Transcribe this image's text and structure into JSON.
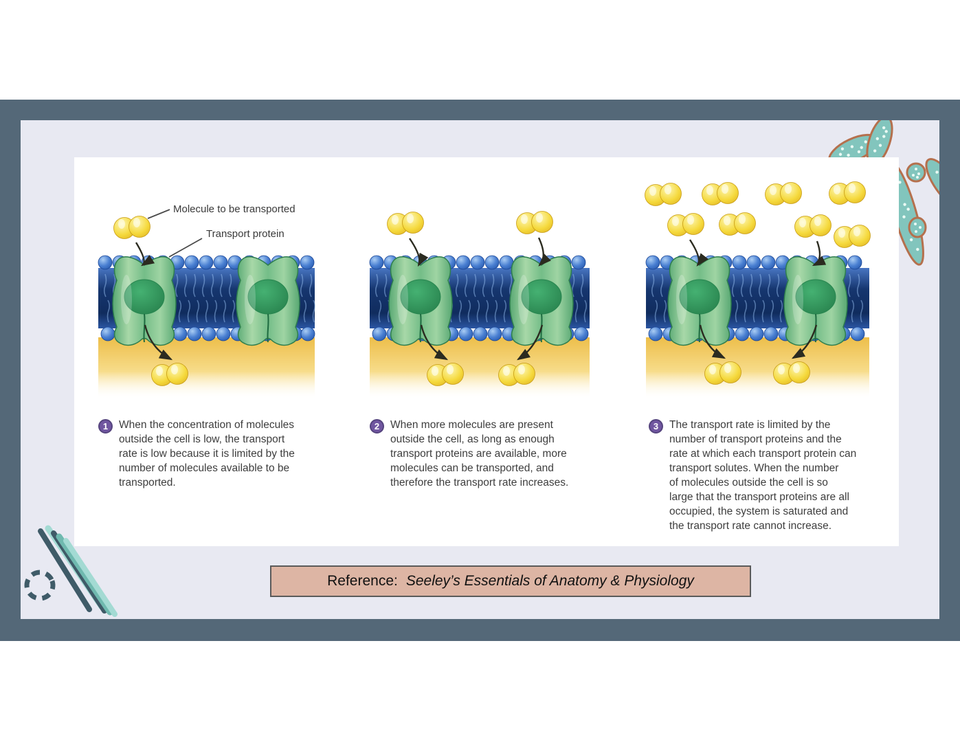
{
  "captions": [
    {
      "number": "1",
      "text": "When the concentration of molecules\noutside the cell is low, the transport\nrate is low because it is limited by the\nnumber of molecules available to be\ntransported."
    },
    {
      "number": "2",
      "text": "When more molecules are present\noutside the cell, as long as enough\ntransport proteins are available, more\nmolecules can be transported, and\ntherefore the transport rate increases."
    },
    {
      "number": "3",
      "text": "The transport rate is limited by the\nnumber of transport proteins and the\nrate at which each transport protein can\ntransport solutes. When the number\nof molecules outside the cell is so\nlarge that the transport proteins are all\noccupied, the system is saturated and\nthe transport rate cannot increase."
    }
  ],
  "reference": {
    "label": "Reference:",
    "title": "Seeley’s Essentials of Anatomy & Physiology"
  },
  "diagram": {
    "labels": {
      "molecule": "Molecule to be transported",
      "protein": "Transport protein"
    },
    "panels": [
      {
        "membrane": [
          35,
          350
        ],
        "proteins": [
          102,
          282
        ],
        "molecules_above": [
          [
            84,
            102
          ]
        ],
        "molecules_below": [
          [
            139,
            316
          ]
        ],
        "arrows": [
          {
            "protein": 0,
            "above": 0,
            "below": 0
          }
        ]
      },
      {
        "membrane": [
          430,
          750
        ],
        "proteins": [
          504,
          680
        ],
        "molecules_above": [
          [
            482,
            96
          ],
          [
            670,
            95
          ]
        ],
        "molecules_below": [
          [
            540,
            316
          ],
          [
            644,
            316
          ]
        ],
        "arrows": [
          {
            "protein": 0,
            "above": 0,
            "below": 0
          },
          {
            "protein": 1,
            "above": 1,
            "below": 1
          }
        ]
      },
      {
        "membrane": [
          832,
          1157
        ],
        "proteins": [
          910,
          1079
        ],
        "molecules_above": [
          [
            857,
            54
          ],
          [
            940,
            53
          ],
          [
            1032,
            53
          ],
          [
            1125,
            52
          ],
          [
            890,
            98
          ],
          [
            965,
            97
          ],
          [
            1075,
            100
          ],
          [
            1132,
            115
          ]
        ],
        "molecules_below": [
          [
            944,
            314
          ],
          [
            1044,
            314
          ]
        ],
        "arrows": [
          {
            "protein": 0,
            "above": 4,
            "below": 0
          },
          {
            "protein": 1,
            "above": 6,
            "below": 1
          }
        ]
      }
    ]
  },
  "colors": {
    "frame_band": "#546878",
    "slide_bg": "#e8e9f2",
    "panel_bg": "#ffffff",
    "reference_bg": "#ddb5a4",
    "reference_border": "#5a5a5a",
    "badge_purple": "#7056a0",
    "caption_text": "#3d3d3d",
    "membrane_blue_dark": "#16366f",
    "sphere_blue": "#4a80d2",
    "protein_green": "#7cc48f",
    "protein_center_green": "#2f9e62",
    "molecule_yellow": "#f5d93c",
    "golden_cytoplasm": "#edbe4a",
    "bacteria_fill": "#82c5bd",
    "bacteria_outline": "#b5704d",
    "stick_dark": "#3f5b68",
    "stick_teal": "#6fb9af",
    "stick_light_teal": "#a3dad3"
  }
}
